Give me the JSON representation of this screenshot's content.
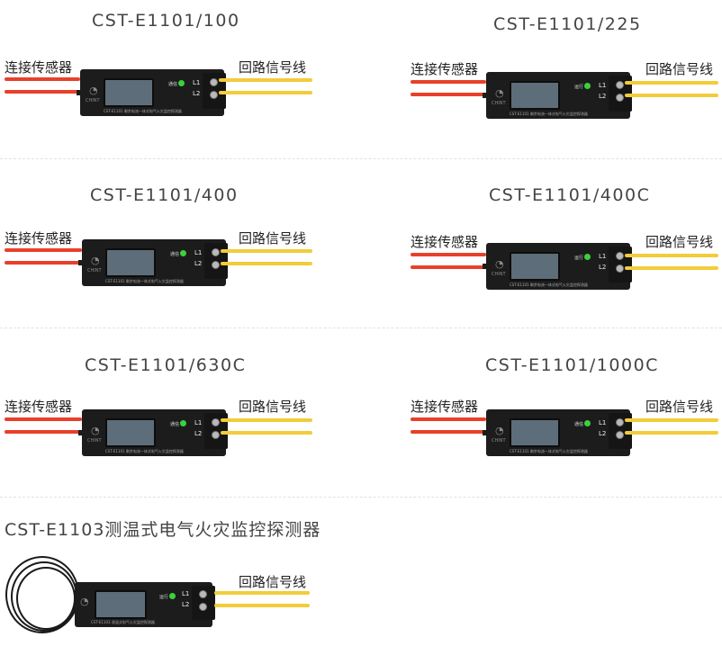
{
  "sensor_label": "连接传感器",
  "loop_label": "回路信号线",
  "products": [
    {
      "title": "CST-E1101/100",
      "led_text": "通信"
    },
    {
      "title": "CST-E1101/225",
      "led_text": "运行"
    },
    {
      "title": "CST-E1101/400",
      "led_text": "通信"
    },
    {
      "title": "CST-E1101/400C",
      "led_text": "运行"
    },
    {
      "title": "CST-E1101/630C",
      "led_text": "通信"
    },
    {
      "title": "CST-E1101/1000C",
      "led_text": "通信"
    }
  ],
  "temp_product": {
    "title": "CST-E1103测温式电气火灾监控探测器",
    "led_text": "运行"
  },
  "terminal_labels": [
    "L1",
    "L2"
  ],
  "device_model_text": "CST-E1101 剩余电流一体式电气火灾监控探测器",
  "temp_model_text": "CST-E1103 测温式电气火灾监控探测器",
  "colors": {
    "red_wire": "#e8402a",
    "yellow_wire": "#f2cc3a",
    "device_body": "#1c1c1c",
    "led": "#3cd13c"
  },
  "icons": [
    "brand-logo-icon",
    "status-led-icon",
    "terminal-screw-icon",
    "temperature-probe-coil-icon"
  ]
}
